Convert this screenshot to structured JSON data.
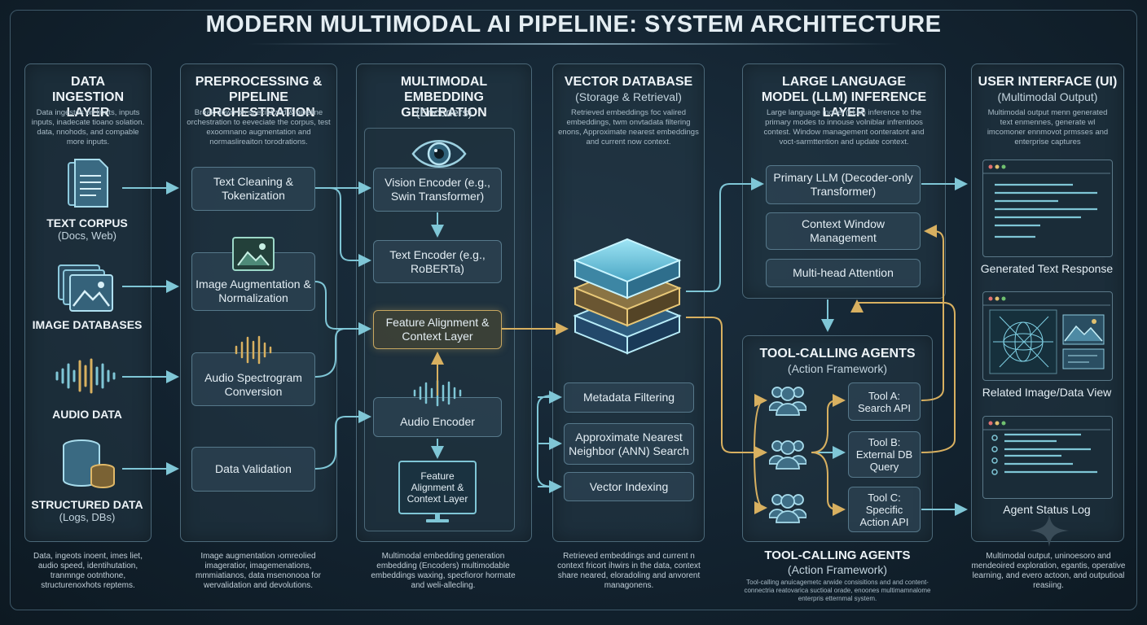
{
  "title": "MODERN MULTIMODAL AI PIPELINE: SYSTEM ARCHITECTURE",
  "ingestion": {
    "title": "DATA INGESTION LAYER",
    "desc": "Data ingestos on linuts, inputs inputs, inadecate tioano solation. data, nnohods, and compable more inputs.",
    "sources": [
      {
        "label": "TEXT CORPUS",
        "sub": "(Docs, Web)",
        "icon": "document-icon"
      },
      {
        "label": "IMAGE DATABASES",
        "sub": "",
        "icon": "image-stack-icon"
      },
      {
        "label": "AUDIO DATA",
        "sub": "",
        "icon": "waveform-icon"
      },
      {
        "label": "STRUCTURED DATA",
        "sub": "(Logs, DBs)",
        "icon": "database-icon"
      }
    ],
    "note": "Data, ingeots inoent, imes liet, audio speed, identihutation, tranmnge ootnthone, structurenoxhots reptems."
  },
  "preprocessing": {
    "title": "PREPROCESSING & PIPELINE ORCHESTRATION",
    "desc": "Break down on specialized & pipeline orchestration to eeveciate the corpus, test exoomnano augmentation and normaslireaiton torodrations.",
    "steps": [
      "Text Cleaning & Tokenization",
      "Image Augmentation & Normalization",
      "Audio Spectrogram Conversion",
      "Data Validation"
    ],
    "note": "Image augmentation ›omreolied imageratior, imagemenations, mmmiatianos, data msenonooa for wervalidation and devolutions."
  },
  "embedding": {
    "title": "MULTIMODAL EMBEDDING GENERATION",
    "subtitle": "(Encoders)",
    "encoders": [
      "Vision Encoder (e.g., Swin Transformer)",
      "Text Encoder (e.g., RoBERTa)",
      "Feature Alignment & Context Layer",
      "Audio Encoder"
    ],
    "monitor_label": "Feature Alignment & Context Layer",
    "note": "Multimodal embedding generation embedding (Encoders) multimodable embeddings waxing, specfioror hormate and weli-allecling."
  },
  "vector_db": {
    "title": "VECTOR DATABASE",
    "subtitle": "(Storage & Retrieval)",
    "desc": "Retrieved embeddings foc valired embeddings, twm onvtadata filtering enons, Approximate nearest embeddings and current now context.",
    "functions": [
      "Metadata Filtering",
      "Approximate Nearest Neighbor (ANN) Search",
      "Vector Indexing"
    ],
    "note": "Retrieved embeddings and current n context fricort ihwirs in the data, context share neared, eloradoling and anvorent managonens."
  },
  "llm": {
    "title": "LARGE LANGUAGE MODEL (LLM) INFERENCE LAYER",
    "desc": "Large language model (LLM) inference to the primary modes to innouse volniblar infrentioos contest. Window management oonteratont and voct-sarmttention and update context.",
    "components": [
      "Primary LLM (Decoder-only Transformer)",
      "Context Window Management",
      "Multi-head Attention"
    ]
  },
  "agents": {
    "title": "TOOL-CALLING AGENTS",
    "subtitle": "(Action Framework)",
    "tools": [
      "Tool A: Search API",
      "Tool B: External DB Query",
      "Tool C: Specific Action API"
    ],
    "note_title": "TOOL-CALLING AGENTS",
    "note_subtitle": "(Action Framework)",
    "note": "Tool-calling anuicagemetc arwide consisitions and and content-connectria reatovarica suctioal orade, enoones multimamnalome enterpris etternmal system."
  },
  "ui": {
    "title": "USER INTERFACE (UI)",
    "subtitle": "(Multimodal Output)",
    "desc": "Multimodal output menn generated text enmennes, generate wl imcomoner ennmovot prmsses and enterprise captures",
    "outputs": [
      "Generated Text Response",
      "Related Image/Data View",
      "Agent Status Log"
    ],
    "note": "Multimodal output, uninoesoro and mendeoired exploration, egantis, operative learning, and evero actoon, and outputioal reasiing."
  },
  "colors": {
    "background": "#132330",
    "panel_border": "#4b6878",
    "arrow_blue": "#7fc6d6",
    "arrow_gold": "#d8b060",
    "text": "#e4eef4"
  }
}
